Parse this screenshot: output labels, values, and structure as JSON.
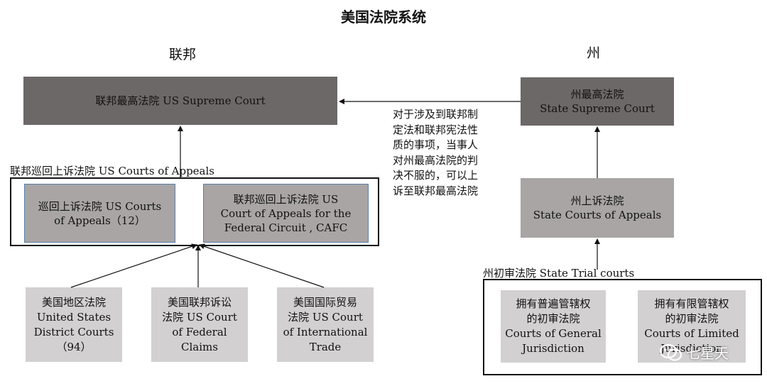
{
  "title": "美国法院系统",
  "federal": {
    "heading": "联邦",
    "supreme": "联邦最高法院 US Supreme Court",
    "appeals_group_label": "联邦巡回上诉法院 US Courts of Appeals",
    "circuit_courts": "巡回上诉法院 US Courts\nof Appeals（12）",
    "cafc": "联邦巡回上诉法院 US\nCourt of Appeals for the\nFederal Circuit , CAFC",
    "district_courts": "美国地区法院\nUnited States\nDistrict Courts\n（94）",
    "claims_court": "美国联邦诉讼\n法院 US Court\nof Federal\nClaims",
    "trade_court": "美国国际贸易\n法院 US Court\nof International\nTrade"
  },
  "state": {
    "heading": "州",
    "supreme": "州最高法院\nState Supreme Court",
    "appeals": "州上诉法院\nState Courts of Appeals",
    "trial_group_label": "州初审法院 State Trial courts",
    "general_jurisdiction": "拥有普遍管辖权\n的初审法院\nCourts of General\nJurisdiction",
    "limited_jurisdiction": "拥有有限管辖权\n的初审法院\nCourts of Limited\nJurisdiction"
  },
  "review_note": "对于涉及到联邦制\n定法和联邦宪法性\n质的事项，当事人\n对州最高法院的判\n决不服的，可以上\n诉至联邦最高法院",
  "watermark": "七星天"
}
